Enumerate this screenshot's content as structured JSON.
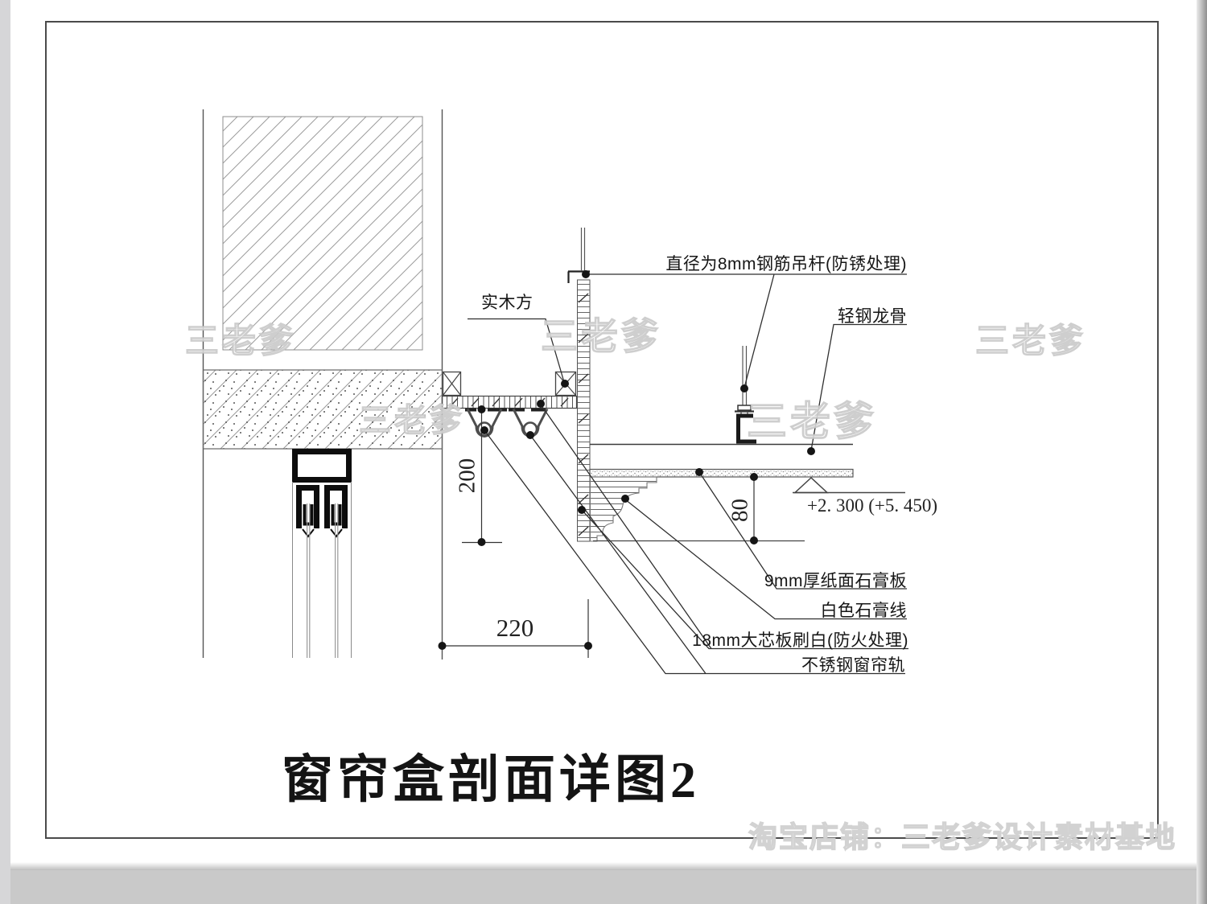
{
  "page": {
    "title": "窗帘盒剖面详图2",
    "watermark": "三老爹",
    "watermark_bottom": "淘宝店铺：三老爹设计素材基地"
  },
  "labels": {
    "solid_wood": "实木方",
    "steel_rod": "直径为8mm钢筋吊杆(防锈处理)",
    "light_steel_keel": "轻钢龙骨",
    "elevation": "+2. 300 (+5. 450)",
    "gypsum_board": "9mm厚纸面石膏板",
    "gypsum_line": "白色石膏线",
    "core_board": "18mm大芯板刷白(防火处理)",
    "curtain_track": "不锈钢窗帘轨"
  },
  "dimensions": {
    "box_height": "200",
    "ceiling_drop": "80",
    "box_width": "220"
  },
  "colors": {
    "line_dark": "#3c3c3c",
    "line_black": "#111111",
    "hatch_gray": "#9a9a9a"
  }
}
